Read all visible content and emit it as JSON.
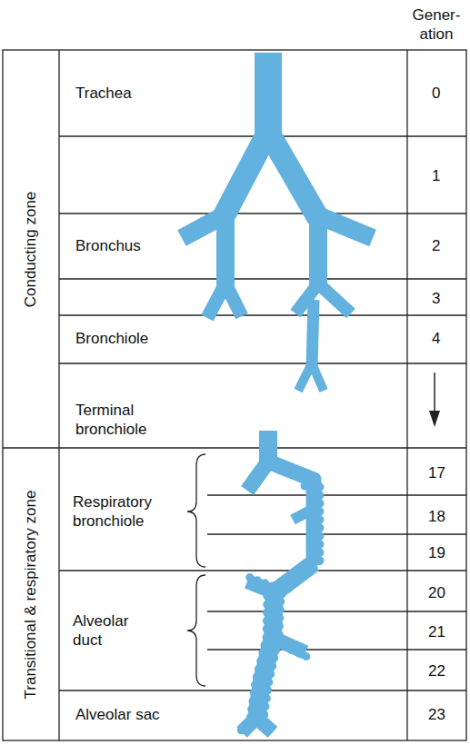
{
  "diagram": {
    "labels": [
      "Gener- ation",
      "Conducting zone",
      "Transitional & respiratory zone",
      "Trachea",
      "0",
      "1",
      "Bronchus",
      "2",
      "3",
      "Bronchiole",
      "4",
      "Terminal bronchiole",
      "17",
      "Respiratory bronchiole",
      "18",
      "19",
      "Alveolar duct",
      "20",
      "21",
      "22",
      "Alveolar sac",
      "23"
    ]
  }
}
